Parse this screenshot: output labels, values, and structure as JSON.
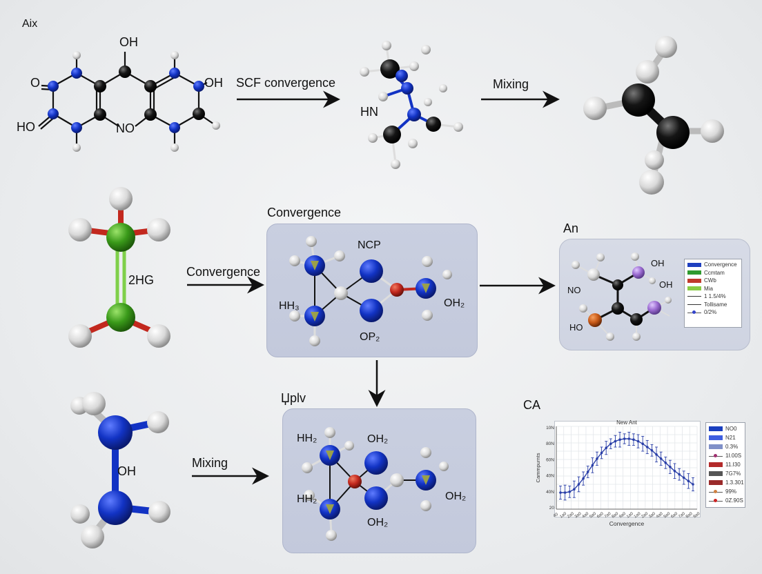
{
  "labels": {
    "top_left": "Aix",
    "scf_arrow": "SCF convergence",
    "mixing_top": "Mixing",
    "convergence_panel_title": "Convergence",
    "convergence_arrow": "Convergence",
    "an_title": "An",
    "uplv_title": "Џplv",
    "mixing_bottom": "Mixing",
    "ca_title": "CA"
  },
  "atoms": {
    "mol1": {
      "oh_top": "OH",
      "o_left": "O",
      "ho_left": "HO",
      "no": "NO",
      "oh_right": "OH"
    },
    "mol2": {
      "hn": "HN"
    },
    "green": {
      "hg": "2HG"
    },
    "blue_left": {
      "oh": "OH"
    },
    "conv_panel": {
      "nc": "NCР",
      "hh3": "HH₃",
      "op2": "OP₂",
      "oh2": "OH₂"
    },
    "an_panel": {
      "oh_top": "OH",
      "oh_mid": "OH",
      "no": "NO",
      "ho": "HO"
    },
    "uplv_panel": {
      "hh2_top": "HH₂",
      "oh2_top": "OH₂",
      "hh2_bot": "HH₂",
      "oh2_right": "OH₂",
      "oh2_bot": "OH₂"
    }
  },
  "legend_an": [
    {
      "kind": "swatch",
      "color": "#1f3fbf",
      "label": "Convergence"
    },
    {
      "kind": "swatch",
      "color": "#2f9a2f",
      "label": "Ccmtam"
    },
    {
      "kind": "swatch",
      "color": "#c0392b",
      "label": "CWb"
    },
    {
      "kind": "swatch",
      "color": "#88cc44",
      "label": "Mia"
    },
    {
      "kind": "line",
      "color": "#333333",
      "label": "1 1.5/4%"
    },
    {
      "kind": "line",
      "color": "#333333",
      "label": "Tollisame"
    },
    {
      "kind": "dot",
      "color": "#3344cc",
      "label": "0/2%"
    }
  ],
  "chart_data": {
    "type": "line",
    "title": "New Ant",
    "xlabel": "Convergence",
    "ylabel": "Cammpurnts",
    "yticks": [
      "10N",
      "80N",
      "60N",
      "40N",
      "40N",
      "20"
    ],
    "xticks": [
      "40",
      "1a0",
      "2a0",
      "3a0",
      "4a0",
      "5a0",
      "6a0",
      "7a0",
      "8a0",
      "9a0",
      "1a0",
      "1a0",
      "2a0",
      "3a0",
      "4a0",
      "5a0",
      "6a0",
      "7a0",
      "8a0",
      "9a0"
    ],
    "ylim": [
      0,
      100
    ],
    "x": [
      1,
      2,
      3,
      4,
      5,
      6,
      7,
      8,
      9,
      10,
      11,
      12,
      13,
      14,
      15,
      16,
      17,
      18,
      19,
      20,
      21,
      22,
      23,
      24,
      25,
      26,
      27,
      28,
      29,
      30
    ],
    "series": [
      {
        "values": [
          20,
          20,
          21,
          24,
          30,
          37,
          45,
          53,
          61,
          68,
          74,
          79,
          82,
          84,
          85,
          85,
          84,
          82,
          79,
          75,
          71,
          66,
          61,
          56,
          51,
          46,
          42,
          38,
          34,
          30
        ]
      }
    ],
    "errors": [
      8,
      9,
      7,
      10,
      9,
      8,
      7,
      9,
      8,
      7,
      8,
      6,
      7,
      9,
      6,
      8,
      7,
      8,
      9,
      8,
      7,
      9,
      8,
      7,
      8,
      9,
      7,
      8,
      9,
      8
    ],
    "color": "#2a3fa8",
    "legend": [
      {
        "color": "#1a3fbf",
        "label": "NO0"
      },
      {
        "color": "#3f5fe0",
        "label": "N21"
      },
      {
        "color": "#8090c8",
        "label": "0.3%"
      },
      {
        "color": "#a03070",
        "label": "1I.00S",
        "dot": true
      },
      {
        "color": "#b32a2a",
        "label": "11.I30"
      },
      {
        "color": "#555555",
        "label": "7G7%"
      },
      {
        "color": "#9a2a2a",
        "label": "1.3.301"
      },
      {
        "color": "#d08040",
        "label": "99%",
        "dot": true
      },
      {
        "color": "#cc2222",
        "label": "0Z.90S",
        "dot": true
      }
    ]
  },
  "colors": {
    "blue": "#1233c4",
    "black": "#111111",
    "white": "#e8e8e8",
    "green": "#3a9a1a",
    "red": "#c2281e",
    "purple": "#9a6ad0",
    "orange": "#c85a18"
  }
}
